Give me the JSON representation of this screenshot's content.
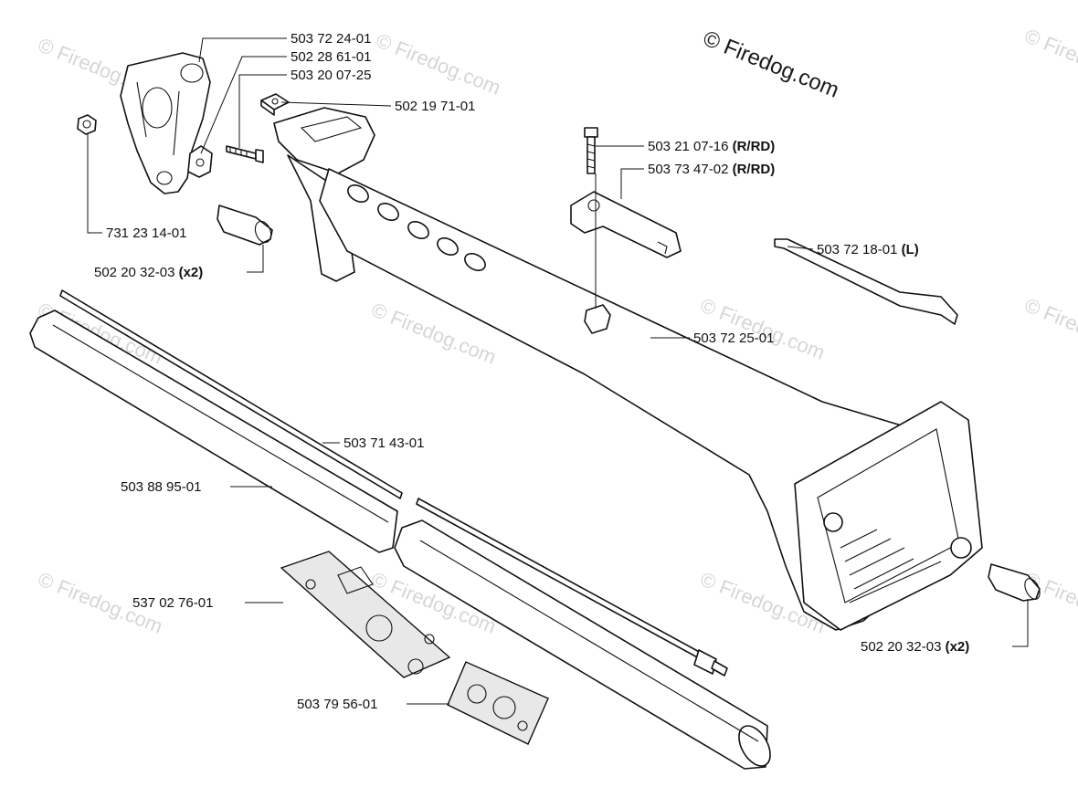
{
  "watermark": {
    "main": "© Firedog.com",
    "repeat": "© Firedog.com"
  },
  "labels": [
    {
      "id": "lbl-503722401",
      "part": "503 72 24-01",
      "suffix": ""
    },
    {
      "id": "lbl-502286101",
      "part": "502 28 61-01",
      "suffix": ""
    },
    {
      "id": "lbl-503200725",
      "part": "503 20 07-25",
      "suffix": ""
    },
    {
      "id": "lbl-502197101",
      "part": "502 19 71-01",
      "suffix": ""
    },
    {
      "id": "lbl-503210716",
      "part": "503 21 07-16",
      "suffix": "(R/RD)"
    },
    {
      "id": "lbl-503734702",
      "part": "503 73 47-02",
      "suffix": "(R/RD)"
    },
    {
      "id": "lbl-503721801",
      "part": "503 72 18-01",
      "suffix": "(L)"
    },
    {
      "id": "lbl-731231401",
      "part": "731 23 14-01",
      "suffix": ""
    },
    {
      "id": "lbl-502203203a",
      "part": "502 20 32-03",
      "suffix": "(x2)"
    },
    {
      "id": "lbl-503722501",
      "part": "503 72 25-01",
      "suffix": ""
    },
    {
      "id": "lbl-503714301",
      "part": "503 71 43-01",
      "suffix": ""
    },
    {
      "id": "lbl-503889501",
      "part": "503 88 95-01",
      "suffix": ""
    },
    {
      "id": "lbl-537027601",
      "part": "537 02 76-01",
      "suffix": ""
    },
    {
      "id": "lbl-503795601",
      "part": "503 79 56-01",
      "suffix": ""
    },
    {
      "id": "lbl-502203203b",
      "part": "502 20 32-03",
      "suffix": "(x2)"
    }
  ]
}
